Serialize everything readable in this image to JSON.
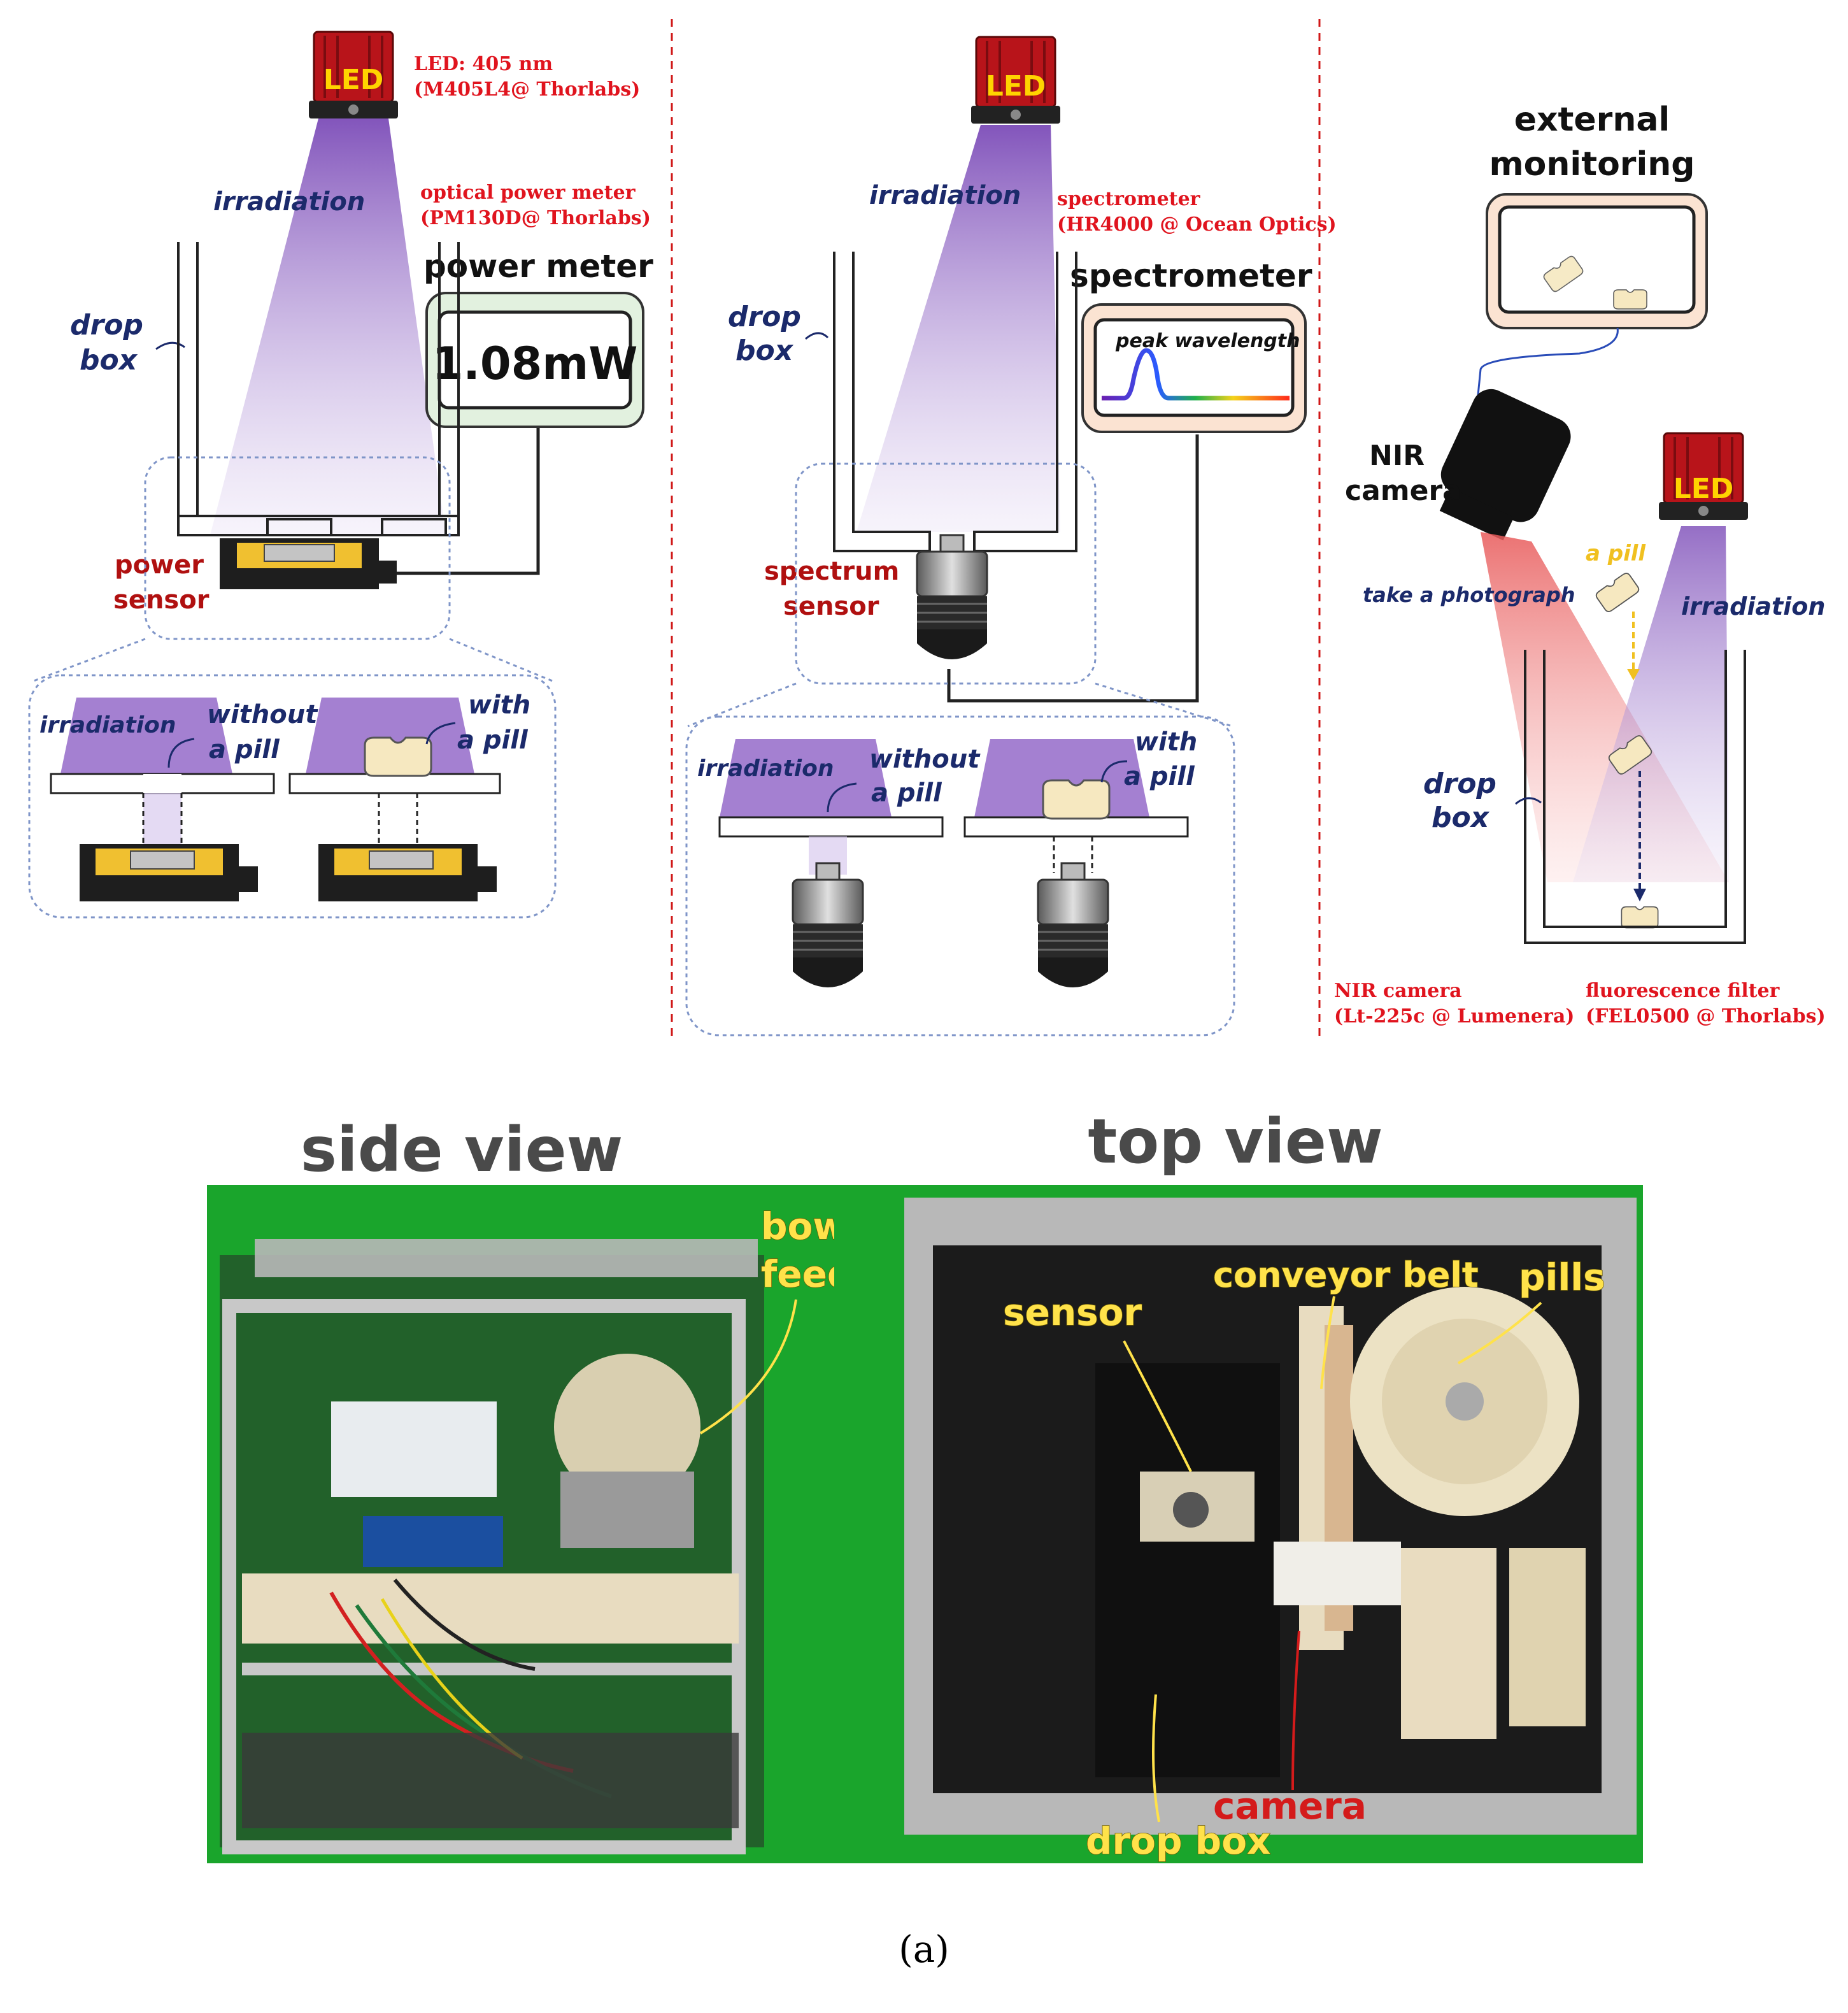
{
  "panel1": {
    "led": "LED",
    "led_spec": [
      "LED: 405 nm",
      "(M405L4@ Thorlabs)"
    ],
    "irradiation": "irradiation",
    "meter_spec": [
      "optical power meter",
      "(PM130D@ Thorlabs)"
    ],
    "meter_title": "power meter",
    "meter_reading": "1.08mW",
    "drop_box": [
      "drop",
      "box"
    ],
    "sensor_label": [
      "power",
      "sensor"
    ],
    "inset_irradiation": "irradiation",
    "without_pill": [
      "without",
      "a pill"
    ],
    "with_pill": [
      "with",
      "a pill"
    ]
  },
  "panel2": {
    "led": "LED",
    "irradiation": "irradiation",
    "spec_spec": [
      "spectrometer",
      "(HR4000 @ Ocean Optics)"
    ],
    "spec_title": "spectrometer",
    "peak_label": "peak wavelength",
    "drop_box": [
      "drop",
      "box"
    ],
    "sensor_label": [
      "spectrum",
      "sensor"
    ],
    "inset_irradiation": "irradiation",
    "without_pill": [
      "without",
      "a pill"
    ],
    "with_pill": [
      "with",
      "a pill"
    ]
  },
  "panel3": {
    "monitor_title": [
      "external",
      "monitoring"
    ],
    "camera_label": [
      "NIR",
      "camera"
    ],
    "led": "LED",
    "a_pill": "a pill",
    "take_photo": "take a photograph",
    "irradiation": "irradiation",
    "drop_box": [
      "drop",
      "box"
    ],
    "camera_spec": [
      "NIR camera",
      "(Lt-225c @ Lumenera)"
    ],
    "filter_spec": [
      "fluorescence filter",
      "(FEL0500 @ Thorlabs)"
    ]
  },
  "photos": {
    "side_title": "side view",
    "top_title": "top view",
    "bowl_feeder": [
      "bowl",
      "feeder"
    ],
    "sensor": "sensor",
    "conveyor": "conveyor belt",
    "pills": "pills",
    "camera": "camera",
    "drop_box": "drop box"
  },
  "caption": "(a)",
  "colors": {
    "led_red": "#b8141a",
    "led_text": "#ffd400",
    "beam_violet": "#8a5cc0",
    "beam_nir": "#f08080",
    "label_blue": "#1b2a6b",
    "spec_red": "#e0141e",
    "sensor_yellow": "#f0c030",
    "green_screen": "#1aa52c"
  }
}
